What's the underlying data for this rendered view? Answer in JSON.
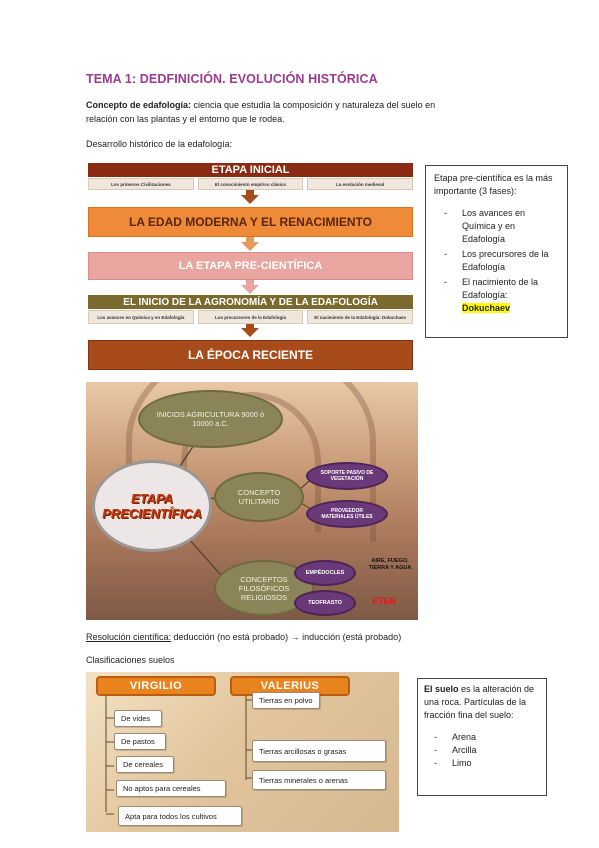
{
  "title": "TEMA 1: DEDFINICIÓN. EVOLUCIÓN HISTÓRICA",
  "concept": {
    "label": "Concepto de edafología:",
    "text": " ciencia que estudia la composición y naturaleza del suelo en",
    "text2": "relación con las plantas y el entorno que le rodea."
  },
  "history_heading": "Desarrollo histórico de la edafología:",
  "timeline": {
    "stages": [
      "ETAPA INICIAL",
      "LA EDAD MODERNA Y EL RENACIMIENTO",
      "LA ETAPA PRE-CIENTÍFICA",
      "EL INICIO DE LA AGRONOMÍA Y DE LA EDAFOLOGÍA",
      "LA ÉPOCA RECIENTE"
    ],
    "initial_subs": [
      "Los primeros Civilizaciones",
      "El conocimiento empírico clásico",
      "La evolución medieval"
    ],
    "agronomy_subs": [
      "Los avances en Química y en Edafología",
      "Los precursores de la Edafología",
      "El nacimiento de la Edafología: Dokuchaev"
    ],
    "colors": [
      "#8b2a12",
      "#ee8a38",
      "#e9a6a0",
      "#7a6a2e",
      "#a84b1a"
    ]
  },
  "side_box": {
    "intro": "Etapa pre-científica es la más importante (3 fases):",
    "items": [
      "Los avances en Química y en Edafología",
      "Los precursores de la Edafología",
      "El nacimiento de la Edafología:"
    ],
    "highlight": "Dokuchaev"
  },
  "painting": {
    "center": "ETAPA PRECIENTÍFICA",
    "top": "INICIOS AGRICULTURA 9000 ó 10000 a.C.",
    "utilitarian": "CONCEPTO UTILITARIO",
    "utilitarian_items": [
      "SOPORTE PASIVO DE VEGETACIÓN",
      "PROVEEDOR MATERIALES ÚTILES"
    ],
    "philosophical": "CONCEPTOS FILOSÓFICOS RELIGIOSOS",
    "philosophical_items": [
      "EMPÉDOCLES",
      "TEOFRASTO"
    ],
    "elements": "AIRE, FUEGO, TIERRA Y AGUA",
    "eter": "ETER"
  },
  "resolution": {
    "label": "Resolución científica:",
    "text": " deducción (no está probado) → inducción (está probado)"
  },
  "classifications_heading": "Clasificaciones suelos",
  "soil": {
    "virgilio": "VIRGILIO",
    "valerius": "VALERIUS",
    "virgilio_items": [
      "De vides",
      "De pastos",
      "De cereales",
      "No aptos para cereales",
      "Apta para todos los cultivos"
    ],
    "valerius_items": [
      "Tierras en polvo",
      "Tierras arcillosas o grasas",
      "Tierras minerales o arenas"
    ]
  },
  "soil_box": {
    "label": "El suelo",
    "text": " es la alteración de una roca. Partículas de la fracción fina del suelo:",
    "items": [
      "Arena",
      "Arcilla",
      "Limo"
    ]
  }
}
